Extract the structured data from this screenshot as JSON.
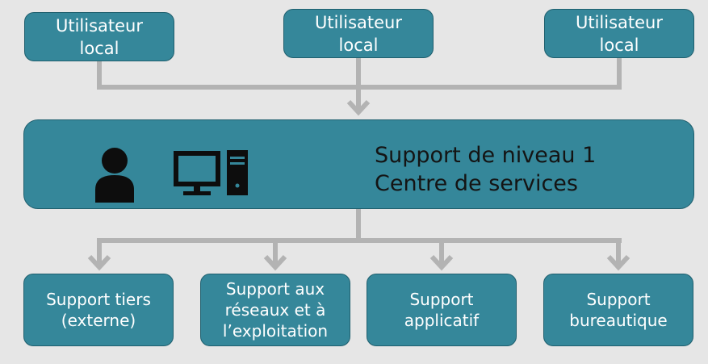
{
  "top_nodes": [
    {
      "label": "Utilisateur\nlocal"
    },
    {
      "label": "Utilisateur\nlocal"
    },
    {
      "label": "Utilisateur\nlocal"
    }
  ],
  "central": {
    "line1": "Support de niveau 1",
    "line2": "Centre de services",
    "icons": [
      "person-icon",
      "computer-monitor-icon",
      "computer-tower-icon"
    ]
  },
  "bottom_nodes": [
    {
      "label": "Support tiers\n(externe)"
    },
    {
      "label": "Support aux\nréseaux et à\nl’exploitation"
    },
    {
      "label": "Support\napplicatif"
    },
    {
      "label": "Support\nbureautique"
    }
  ],
  "colors": {
    "background": "#e6e6e6",
    "box_fill": "#35879a",
    "box_border": "#1f5f6e",
    "connector": "#b3b3b3",
    "central_text": "#141414",
    "icon": "#0d0d0d"
  }
}
